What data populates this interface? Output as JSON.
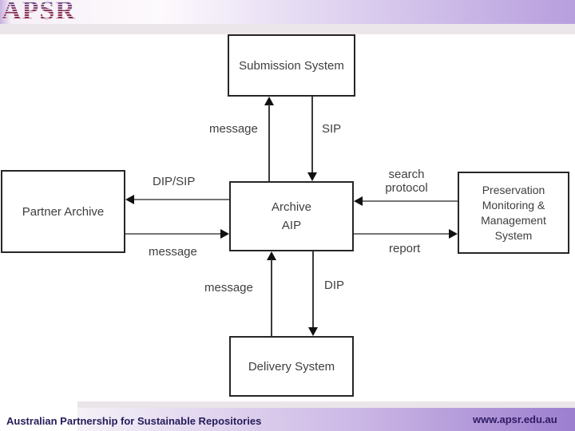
{
  "slide": {
    "logo_text": "APSR",
    "footer_left": "Australian Partnership for Sustainable Repositories",
    "footer_right": "www.apsr.edu.au"
  },
  "colors": {
    "header_purple": "#b79ede",
    "footer_purple": "#9c7ecf",
    "strip_gray": "#eae6ea",
    "box_border": "#262626",
    "diagram_text": "#3e3e3e",
    "arrow_line_gray": "#757575",
    "arrowhead_black": "#111111",
    "footer_text_navy": "#251d5a",
    "logo_maroon": "#7c1f3f",
    "logo_blue": "#6a5aa8"
  },
  "diagram": {
    "nodes": {
      "submission": {
        "label": "Submission System"
      },
      "partner": {
        "label": "Partner Archive"
      },
      "archive": {
        "label": "Archive\nAIP"
      },
      "preservation": {
        "label": "Preservation\nMonitoring &\nManagement\nSystem"
      },
      "delivery": {
        "label": "Delivery System"
      }
    },
    "edge_labels": {
      "message_top": "message",
      "sip": "SIP",
      "dip_sip": "DIP/SIP",
      "message_left": "message",
      "search_protocol": "search\nprotocol",
      "report": "report",
      "message_bottom": "message",
      "dip": "DIP"
    },
    "arrows": [
      {
        "name": "message-archive-to-submission",
        "from": "archive",
        "to": "submission",
        "direction": "up",
        "label": "message"
      },
      {
        "name": "sip-submission-to-archive",
        "from": "submission",
        "to": "archive",
        "direction": "down",
        "label": "SIP"
      },
      {
        "name": "dipsip-archive-to-partner",
        "from": "archive",
        "to": "partner",
        "direction": "left",
        "label": "DIP/SIP"
      },
      {
        "name": "message-partner-to-archive",
        "from": "partner",
        "to": "archive",
        "direction": "right",
        "label": "message"
      },
      {
        "name": "searchprotocol-preservation-to-archive",
        "from": "preservation",
        "to": "archive",
        "direction": "left",
        "label": "search protocol"
      },
      {
        "name": "report-archive-to-preservation",
        "from": "archive",
        "to": "preservation",
        "direction": "right",
        "label": "report"
      },
      {
        "name": "message-delivery-to-archive",
        "from": "delivery",
        "to": "archive",
        "direction": "up",
        "label": "message"
      },
      {
        "name": "dip-archive-to-delivery",
        "from": "archive",
        "to": "delivery",
        "direction": "down",
        "label": "DIP"
      }
    ]
  }
}
